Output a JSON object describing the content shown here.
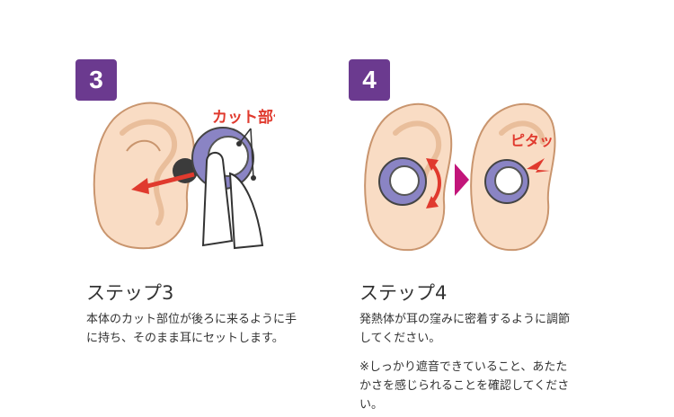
{
  "step3": {
    "badge": "3",
    "label": "カット部位",
    "title": "ステップ3",
    "desc_lines": [
      "本体のカット部位が後ろに来るように手",
      "に持ち、そのまま耳にセットします。"
    ]
  },
  "step4": {
    "badge": "4",
    "label": "ピタッ",
    "title": "ステップ4",
    "desc_lines": [
      "発熱体が耳の窪みに密着するように調節",
      "してください。"
    ],
    "note_lines": [
      "※しっかり遮音できていること、あたた",
      "かさを感じられることを確認してくださ",
      "い。"
    ]
  },
  "colors": {
    "badge": "#6b3a8f",
    "arrow": "#e03a2e",
    "next": "#c2157a",
    "skin": "#f9dcc4",
    "skin_line": "#c9956e",
    "device": "#8a84c4"
  },
  "icons": [
    "arrow-left-icon",
    "arrow-curved-icon",
    "chevron-right-icon",
    "impact-icon"
  ]
}
